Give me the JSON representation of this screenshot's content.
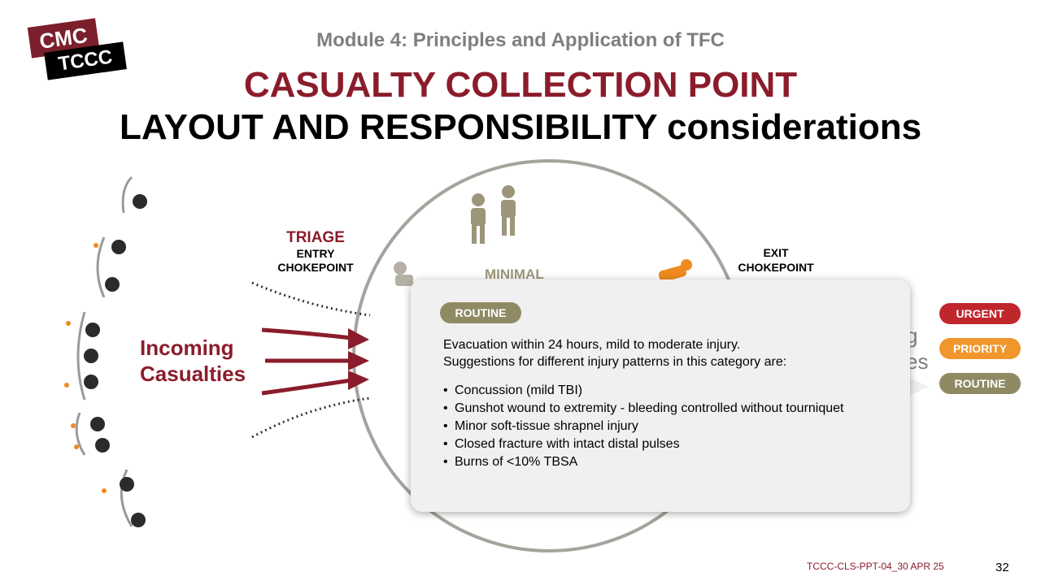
{
  "logo": {
    "line1": "CMC",
    "line2": "TCCC"
  },
  "header": {
    "module": "Module 4: Principles and Application of TFC",
    "title_line1": "CASUALTY COLLECTION POINT",
    "title_line2": "LAYOUT AND RESPONSIBILITY considerations"
  },
  "diagram": {
    "triage_label": "TRIAGE",
    "entry_line1": "ENTRY",
    "entry_line2": "CHOKEPOINT",
    "exit_line1": "EXIT",
    "exit_line2": "CHOKEPOINT",
    "incoming_line1": "Incoming",
    "incoming_line2": "Casualties",
    "minimal_label": "MINIMAL",
    "partial_text_1": "g",
    "partial_text_2": "es",
    "colors": {
      "maroon": "#8b1c2b",
      "circle": "#a6a29c",
      "minimal": "#9d957a",
      "orange": "#ef8a1e"
    }
  },
  "legend": {
    "urgent": "URGENT",
    "priority": "PRIORITY",
    "routine": "ROUTINE",
    "colors": {
      "urgent": "#c0272d",
      "priority": "#f0962c",
      "routine": "#8f8a63"
    }
  },
  "popup": {
    "tag": "ROUTINE",
    "desc_line1": "Evacuation within 24 hours, mild to moderate injury.",
    "desc_line2": "Suggestions for different injury patterns in this category are:",
    "items": [
      "Concussion (mild TBI)",
      "Gunshot wound to extremity - bleeding controlled without tourniquet",
      "Minor soft-tissue shrapnel injury",
      "Closed fracture with intact distal pulses",
      "Burns of <10% TBSA"
    ]
  },
  "footer": {
    "doc_id": "TCCC-CLS-PPT-04_30 APR 25",
    "page": "32"
  }
}
